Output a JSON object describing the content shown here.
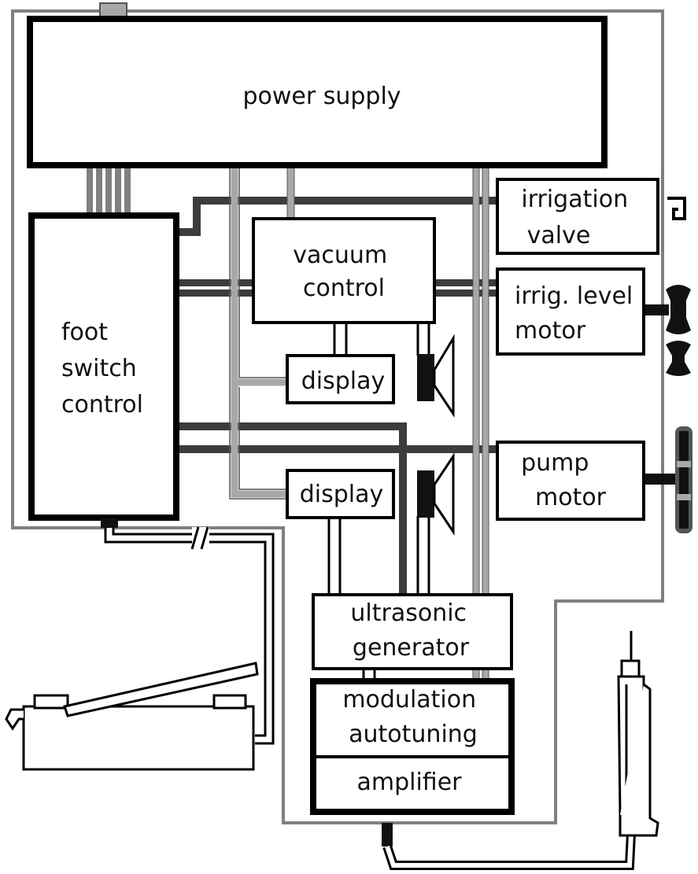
{
  "blocks": {
    "power_supply": [
      "power supply"
    ],
    "foot_switch": [
      "foot",
      "switch",
      "control"
    ],
    "vacuum_control": [
      "vacuum",
      "control"
    ],
    "display_top": [
      "display"
    ],
    "display_bottom": [
      "display"
    ],
    "irrigation_valve": [
      "irrigation",
      "valve"
    ],
    "irrig_level_motor": [
      "irrig. level",
      "motor"
    ],
    "pump_motor": [
      "pump",
      "motor"
    ],
    "ultrasonic_generator": [
      "ultrasonic",
      "generator"
    ],
    "modulation_autotuning": [
      "modulation",
      "autotuning"
    ],
    "amplifier": [
      "amplifier"
    ]
  },
  "colors": {
    "outline": "#000000",
    "housing": "#808080",
    "dark_bus": "#3c3c3c",
    "light_bus": "#a8a8a8",
    "background": "#ffffff"
  }
}
